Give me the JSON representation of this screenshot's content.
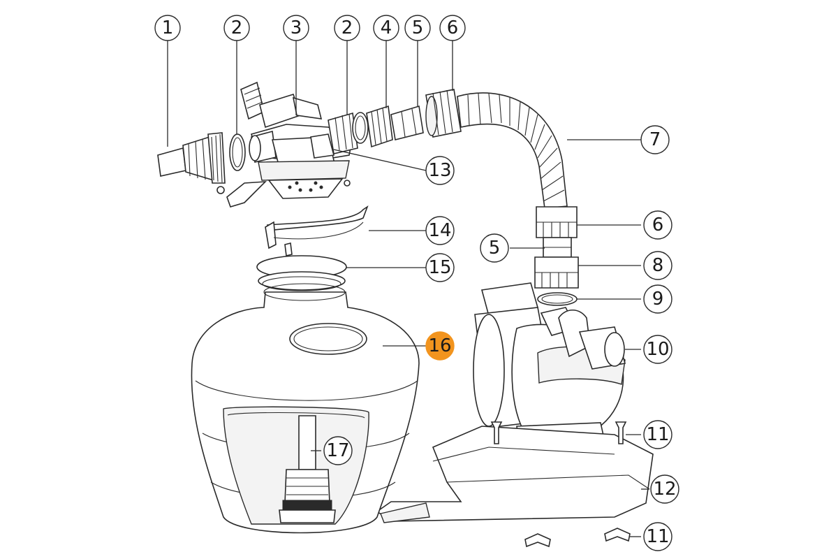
{
  "callouts": [
    {
      "id": "c1",
      "label": "1"
    },
    {
      "id": "c2a",
      "label": "2"
    },
    {
      "id": "c3",
      "label": "3"
    },
    {
      "id": "c2b",
      "label": "2"
    },
    {
      "id": "c4",
      "label": "4"
    },
    {
      "id": "c5a",
      "label": "5"
    },
    {
      "id": "c6a",
      "label": "6"
    },
    {
      "id": "c7",
      "label": "7"
    },
    {
      "id": "c13",
      "label": "13"
    },
    {
      "id": "c14",
      "label": "14"
    },
    {
      "id": "c15",
      "label": "15"
    },
    {
      "id": "c16",
      "label": "16"
    },
    {
      "id": "c17",
      "label": "17"
    },
    {
      "id": "c6b",
      "label": "6"
    },
    {
      "id": "c5b",
      "label": "5"
    },
    {
      "id": "c8",
      "label": "8"
    },
    {
      "id": "c9",
      "label": "9"
    },
    {
      "id": "c10",
      "label": "10"
    },
    {
      "id": "c11a",
      "label": "11"
    },
    {
      "id": "c12",
      "label": "12"
    },
    {
      "id": "c11b",
      "label": "11"
    }
  ],
  "highlight": {
    "label": "16",
    "color": "#f2941e"
  }
}
